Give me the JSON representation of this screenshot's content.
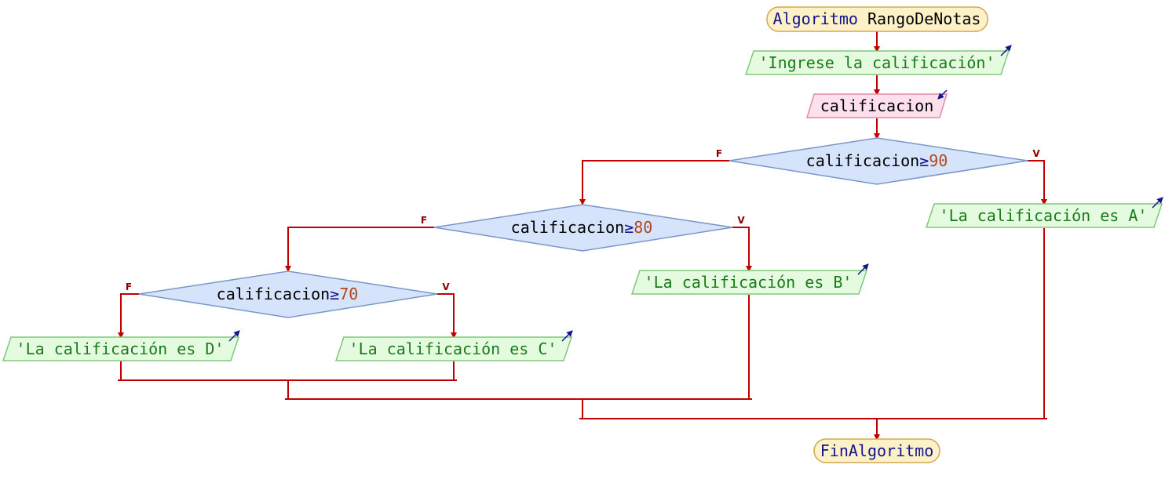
{
  "diagram": {
    "start": {
      "keyword": "Algoritmo",
      "name": "RangoDeNotas"
    },
    "output_prompt": "'Ingrese la calificación'",
    "input_variable": "calificacion",
    "decisions": [
      {
        "variable": "calificacion",
        "operator": "≥",
        "value": "90",
        "false_label": "F",
        "true_label": "V"
      },
      {
        "variable": "calificacion",
        "operator": "≥",
        "value": "80",
        "false_label": "F",
        "true_label": "V"
      },
      {
        "variable": "calificacion",
        "operator": "≥",
        "value": "70",
        "false_label": "F",
        "true_label": "V"
      }
    ],
    "outputs": {
      "a": "'La calificación es A'",
      "b": "'La calificación es B'",
      "c": "'La calificación es C'",
      "d": "'La calificación es D'"
    },
    "end": "FinAlgoritmo"
  },
  "colors": {
    "flow_line": "#c00000",
    "terminal_fill": "#fdf1c8",
    "terminal_stroke": "#d2a84e",
    "keyword_text": "#14148c",
    "output_fill": "#e4fbe0",
    "output_stroke": "#7ec87a",
    "output_text": "#1a7a1a",
    "input_fill": "#fde0ec",
    "input_stroke": "#e08aa8",
    "decision_fill": "#d6e4fb",
    "decision_stroke": "#7a96c8",
    "number_text": "#b0481e",
    "io_arrow": "#14148c",
    "branch_label": "#8b0000"
  }
}
